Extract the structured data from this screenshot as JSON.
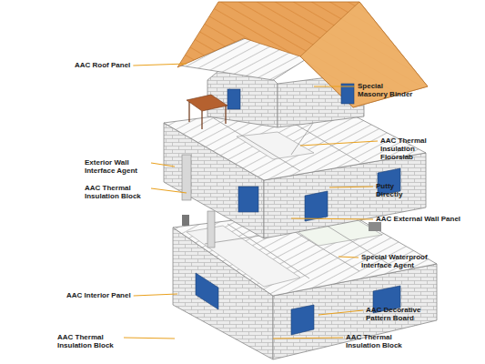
{
  "diagram": {
    "labels": [
      "AAC Roof Panel",
      "Special Masonry Binder",
      "AAC Thermal Insulation Floorslab",
      "Exterior Wall Interface Agent",
      "AAC Thermal Insulation Block",
      "Putty Directly",
      "AAC External Wall Panel",
      "Special Waterproof Interface Agent",
      "AAC Interior Panel",
      "AAC Decorative Pattern Board",
      "AAC Thermal Insulation Block",
      "AAC Thermal Insulation Block"
    ]
  }
}
